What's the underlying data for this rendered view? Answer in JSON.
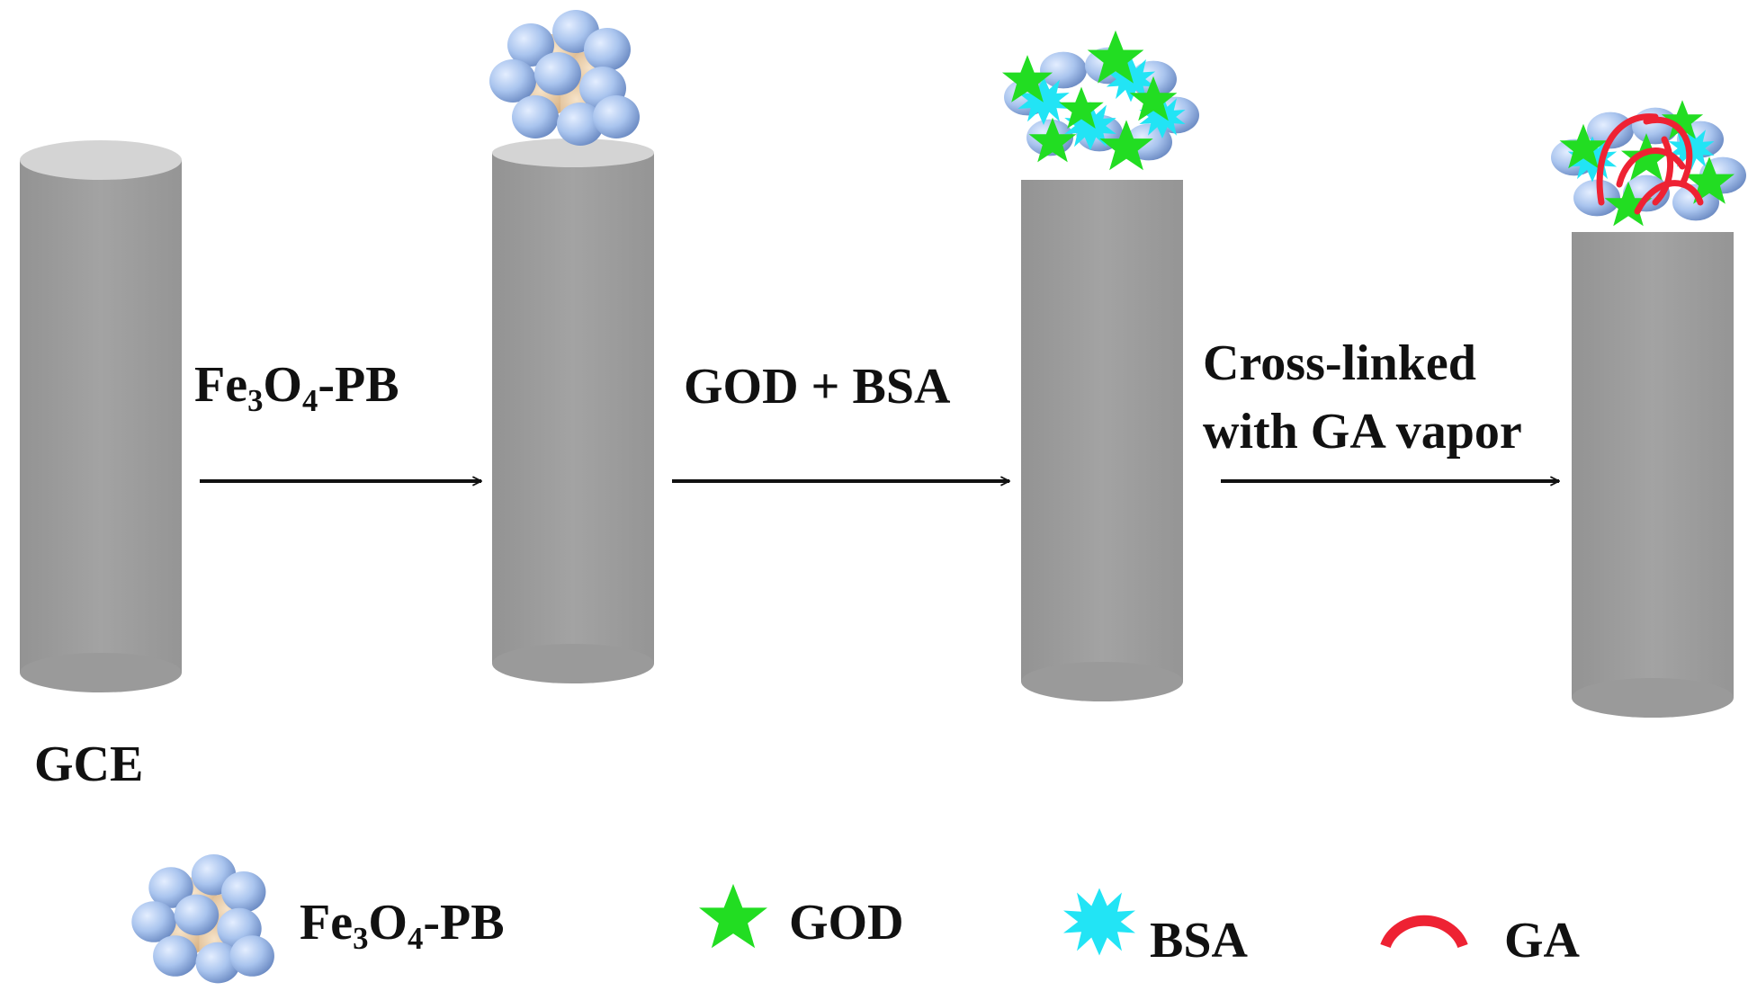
{
  "electrode_label": "GCE",
  "steps": [
    {
      "main": "Fe",
      "sub1": "3",
      "mid": "O",
      "sub2": "4",
      "tail": "-PB"
    },
    {
      "text": "GOD + BSA"
    },
    {
      "line1": "Cross-linked",
      "line2": "with GA vapor"
    }
  ],
  "legend": {
    "fe3o4pb": {
      "main": "Fe",
      "sub1": "3",
      "mid": "O",
      "sub2": "4",
      "tail": "-PB"
    },
    "god": "GOD",
    "bsa": "BSA",
    "ga": "GA"
  },
  "colors": {
    "electrode_body": "#9e9e9e",
    "electrode_top": "#d4d4d4",
    "fe3o4_core": "#e7c9a4",
    "pb_sphere": "#a9c4ee",
    "god_star": "#22dd22",
    "bsa_burst": "#22e4f5",
    "ga_arc": "#ee2233",
    "arrow": "#111111"
  }
}
